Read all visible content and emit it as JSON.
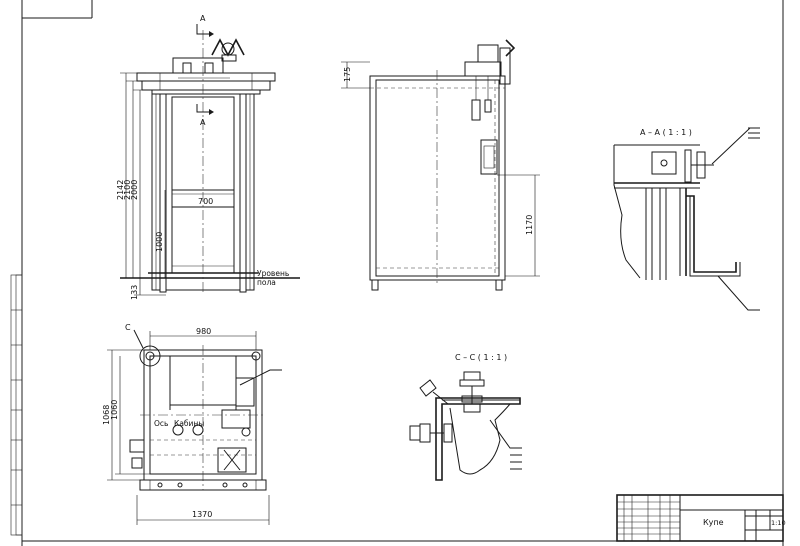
{
  "front_view": {
    "section_mark": "A",
    "dims": {
      "h2142": "2142",
      "h2100": "2100",
      "h2000": "2000",
      "h1000": "1000",
      "h133": "133",
      "w700": "700"
    },
    "floor_label_line1": "Уровень",
    "floor_label_line2": "пола"
  },
  "side_view": {
    "dims": {
      "h175": "175",
      "h1170": "1170"
    }
  },
  "plan_view": {
    "callout_c": "C",
    "dims": {
      "w980": "980",
      "h1068": "1068",
      "h1060": "1060",
      "w1370": "1370"
    },
    "label_axis": "Ось",
    "label_cabin": "Кабины"
  },
  "section_aa": {
    "title": "А – А ( 1 : 1 )"
  },
  "section_cc": {
    "title": "С – С ( 1 : 1 )"
  },
  "title_block": {
    "name": "Купе",
    "scale": "1:10"
  }
}
